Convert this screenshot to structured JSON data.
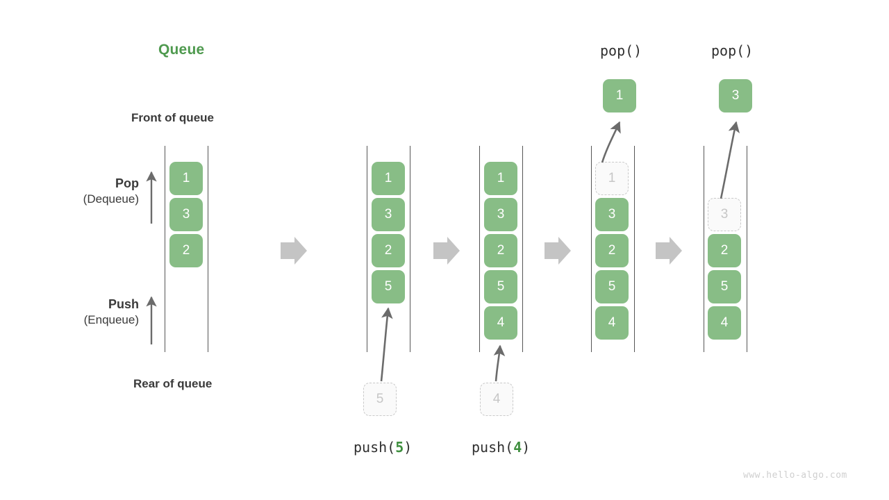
{
  "title": "Queue",
  "labels": {
    "front_of_queue": "Front of queue",
    "rear_of_queue": "Rear of queue",
    "pop_bold": "Pop",
    "pop_paren": "(Dequeue)",
    "push_bold": "Push",
    "push_paren": "(Enqueue)"
  },
  "watermark": "www.hello-algo.com",
  "colors": {
    "accent_green": "#4f9a4f",
    "cell_green": "#88bd86",
    "cell_text": "#ffffff",
    "ghost_fill": "#fafafa",
    "ghost_border": "#c9c9c9",
    "ghost_text": "#c6c6c6",
    "rail": "#555555",
    "arrow_gray": "#6b6b6b",
    "step_arrow": "#c4c4c4",
    "text_dark": "#3a3a3a",
    "watermark": "#cfcfcf"
  },
  "icons": {
    "step_arrow": "right-block-arrow-icon",
    "pop_direction": "up-arrow-icon",
    "push_direction": "up-arrow-icon",
    "transition": "curved-arrow-icon"
  },
  "captions": {
    "push5": {
      "fn": "push(",
      "arg": "5",
      "close": ")"
    },
    "push4": {
      "fn": "push(",
      "arg": "4",
      "close": ")"
    },
    "pop1": "pop()",
    "pop2": "pop()"
  },
  "stages": [
    {
      "id": "initial",
      "caption": "",
      "items": [
        "1",
        "3",
        "2"
      ],
      "ghost_index": -1,
      "external": null
    },
    {
      "id": "push-5",
      "caption": "push(5)",
      "items": [
        "1",
        "3",
        "2",
        "5"
      ],
      "ghost_index": -1,
      "external": {
        "value": "5",
        "kind": "ghost",
        "position": "below"
      }
    },
    {
      "id": "push-4",
      "caption": "push(4)",
      "items": [
        "1",
        "3",
        "2",
        "5",
        "4"
      ],
      "ghost_index": -1,
      "external": {
        "value": "4",
        "kind": "ghost",
        "position": "below"
      }
    },
    {
      "id": "pop-1",
      "caption": "pop()",
      "items": [
        "1",
        "3",
        "2",
        "5",
        "4"
      ],
      "ghost_index": 0,
      "external": {
        "value": "1",
        "kind": "solid",
        "position": "above"
      }
    },
    {
      "id": "pop-2",
      "caption": "pop()",
      "items": [
        "3",
        "2",
        "5",
        "4"
      ],
      "ghost_index": 0,
      "external": {
        "value": "3",
        "kind": "solid",
        "position": "above"
      }
    }
  ],
  "cells": {
    "c0": {
      "v0": "1",
      "v1": "3",
      "v2": "2"
    },
    "c1": {
      "v0": "1",
      "v1": "3",
      "v2": "2",
      "v3": "5",
      "ext": "5"
    },
    "c2": {
      "v0": "1",
      "v1": "3",
      "v2": "2",
      "v3": "5",
      "v4": "4",
      "ext": "4"
    },
    "c3": {
      "v0": "1",
      "v1": "3",
      "v2": "2",
      "v3": "5",
      "v4": "4",
      "ext": "1"
    },
    "c4": {
      "v0": "3",
      "v1": "2",
      "v2": "5",
      "v3": "4",
      "ext": "3"
    }
  }
}
